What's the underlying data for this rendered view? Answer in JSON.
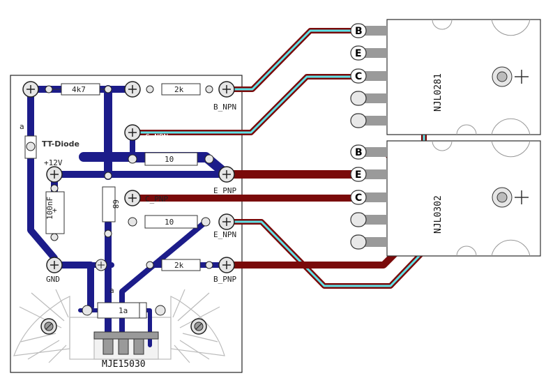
{
  "colors": {
    "background": "#ffffff",
    "board_outline": "#222222",
    "top_trace": "#7a0a0a",
    "bottom_trace": "#1c1c8a",
    "wire_highlight": "#5fe3e8",
    "pad_fill": "#e6e6e6",
    "pin_fill": "#9a9a9a"
  },
  "board": {
    "labels": {
      "tt_diode": "TT-Diode",
      "plus12v": "+12V",
      "gnd": "GND",
      "b_npn": "B_NPN",
      "c_npn": "C_NPN",
      "e_pnp": "E_PNP",
      "c_pnp": "C_PNP",
      "e_npn": "E_NPN",
      "b_pnp": "B_PNP",
      "mje": "MJE15030",
      "a_top": "a",
      "a_mid": "a"
    },
    "components": {
      "r_4k7": "4k7",
      "r_2k_top": "2k",
      "r_10_top": "10",
      "r_10_mid": "10",
      "r_2k_bot": "2k",
      "r_68": "68",
      "cap": "100nF",
      "diode_1a": "1a",
      "plus": "+"
    },
    "icons": [
      "mounting-hole-icon",
      "heatsink-icon",
      "pad-plus-icon"
    ]
  },
  "transistors": [
    {
      "name": "NJL0281",
      "pins": [
        "B",
        "E",
        "C"
      ]
    },
    {
      "name": "NJL0302",
      "pins": [
        "B",
        "E",
        "C"
      ]
    }
  ]
}
